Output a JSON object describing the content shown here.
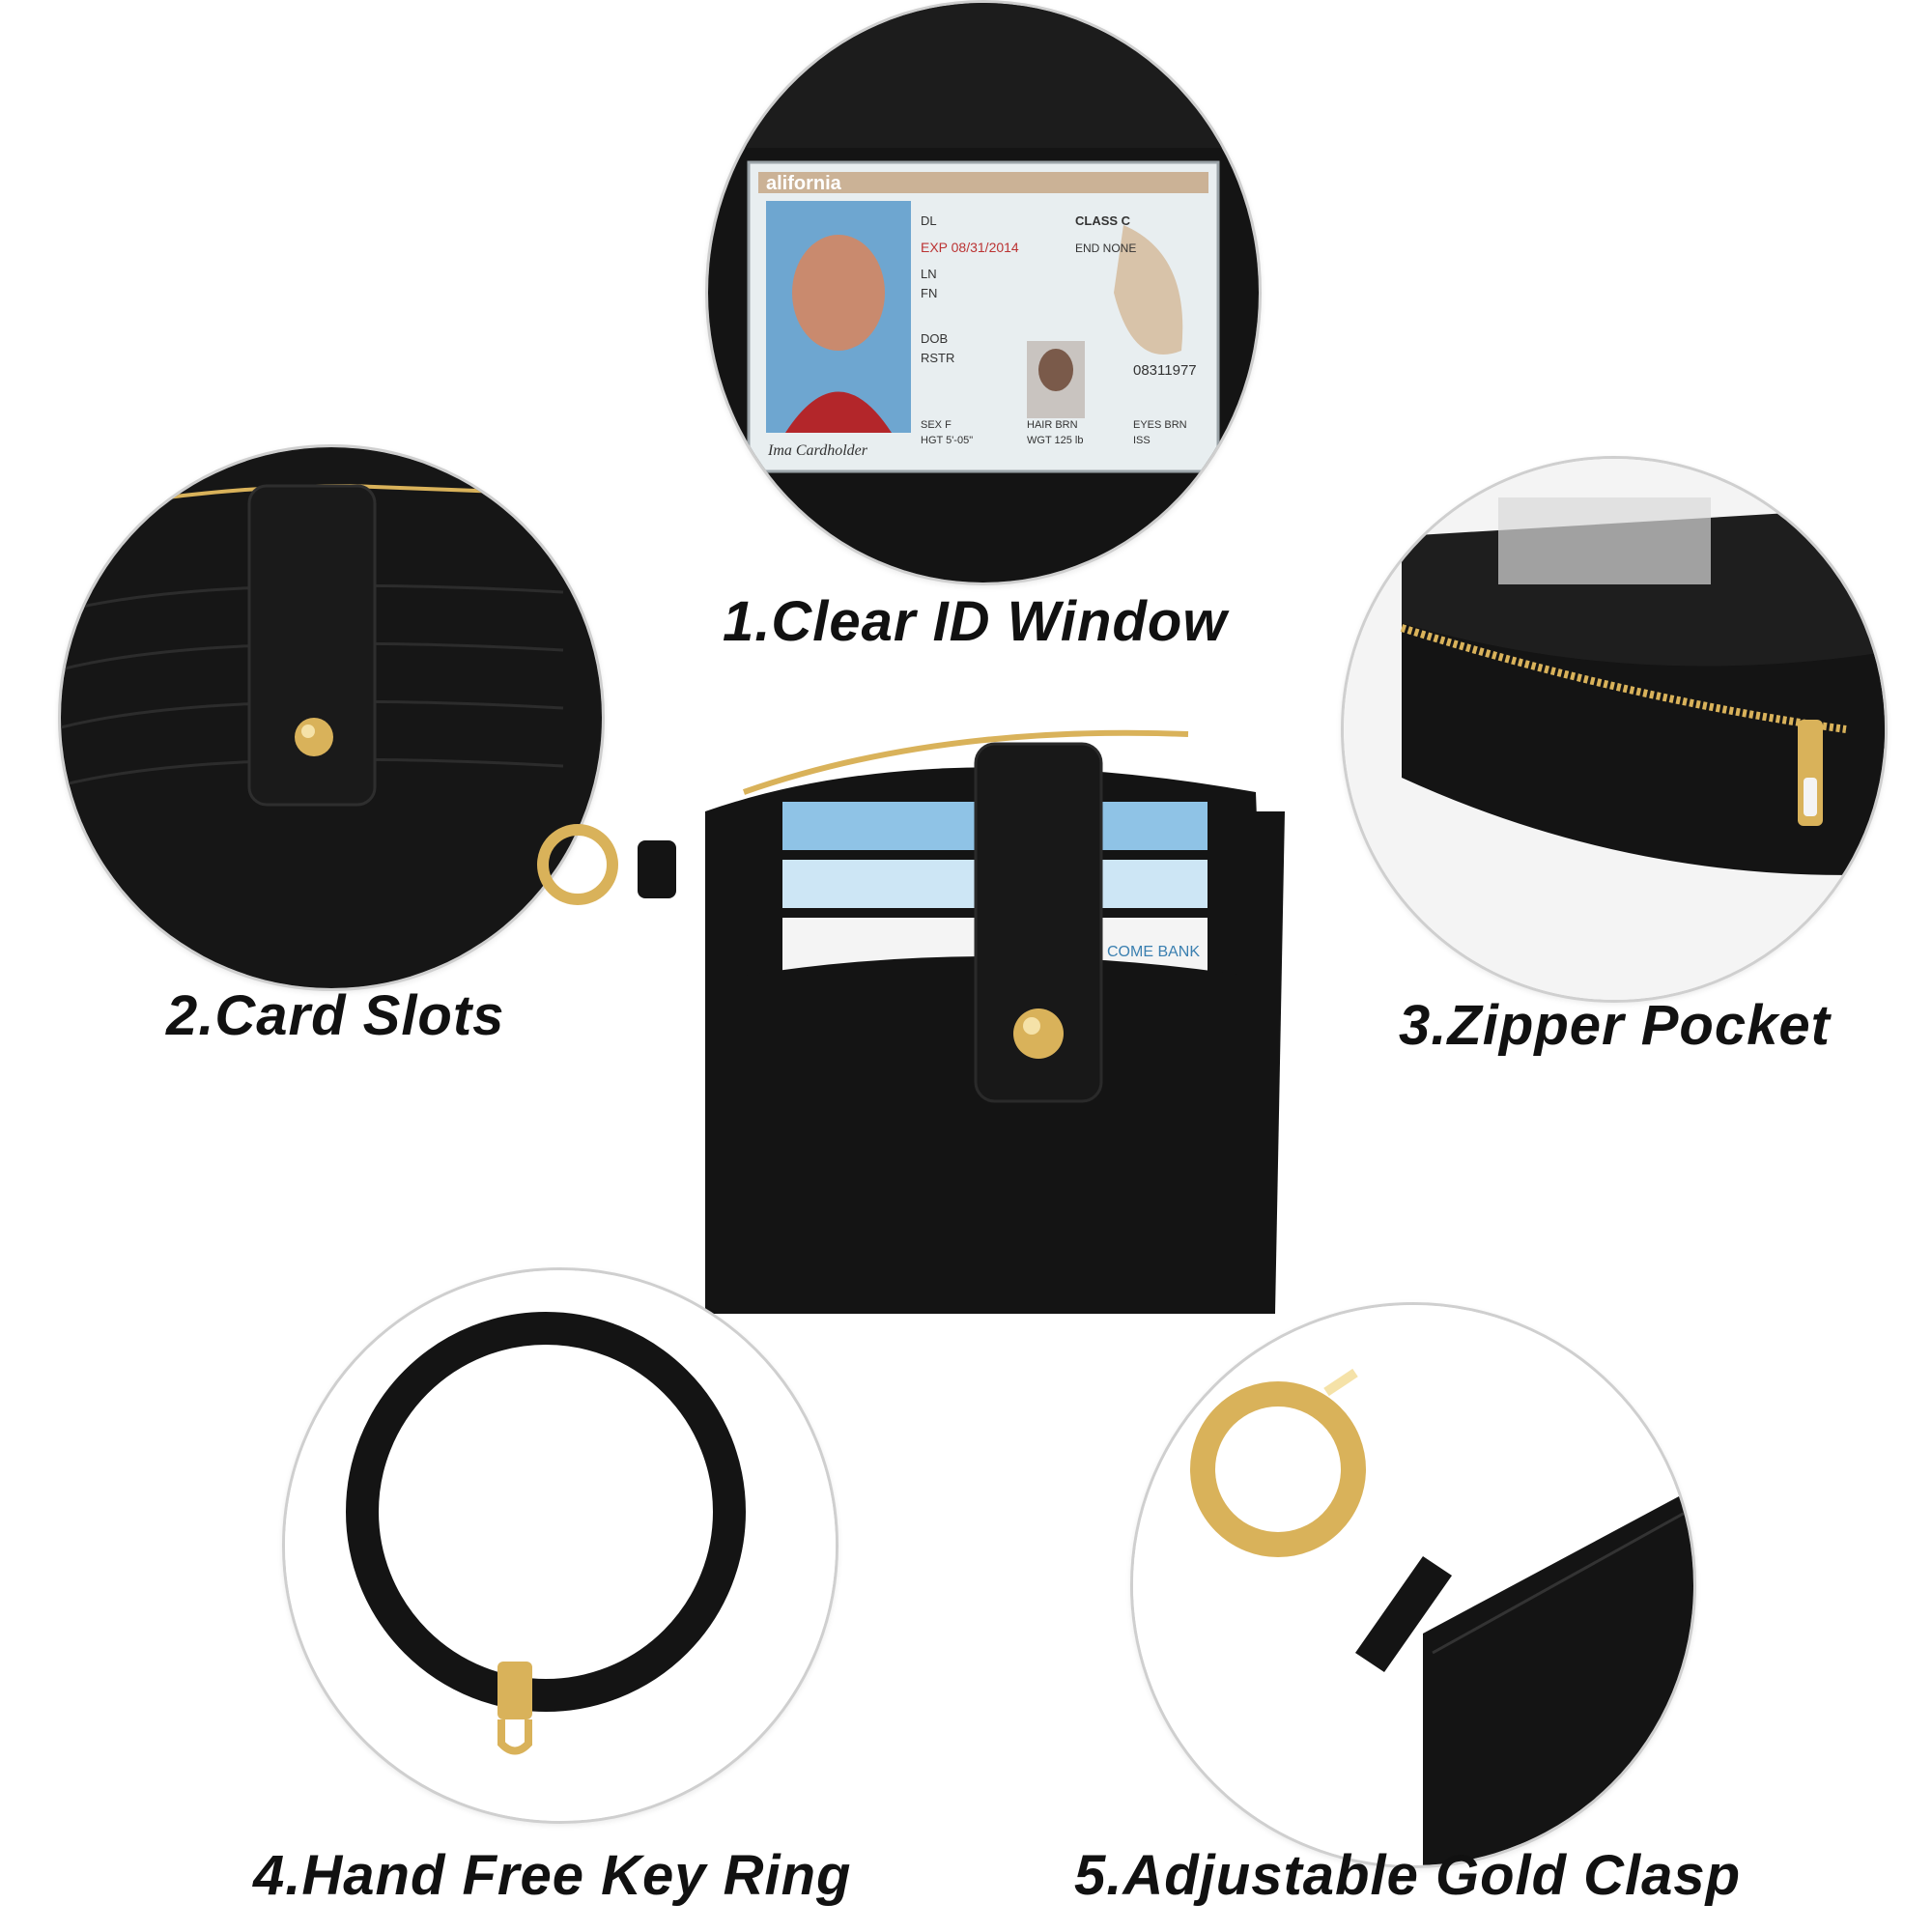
{
  "features": [
    {
      "label": "1.Clear ID Window",
      "icon": "id-card-window"
    },
    {
      "label": "2.Card Slots",
      "icon": "card-slots"
    },
    {
      "label": "3.Zipper Pocket",
      "icon": "zipper-pocket"
    },
    {
      "label": "4.Hand Free Key Ring",
      "icon": "key-ring"
    },
    {
      "label": "5.Adjustable Gold Clasp",
      "icon": "gold-clasp"
    }
  ],
  "id_card": {
    "state": "alifornia",
    "dl": "DL",
    "exp": "EXP 08/31/2014",
    "ln": "LN",
    "fn": "FN",
    "class": "CLASS C",
    "end": "END NONE",
    "dob": "DOB",
    "rstr": "RSTR",
    "sex": "SEX F",
    "hair": "HAIR BRN",
    "eyes": "EYES BRN",
    "hgt": "HGT 5'-05\"",
    "wgt": "WGT 125 lb",
    "number": "08311977",
    "signature": "Ima Cardholder",
    "iss": "ISS"
  },
  "bank_card": {
    "text": "COME BANK"
  },
  "colors": {
    "leather": "#141414",
    "gold": "#d9b25a",
    "card_blue": "#8fc3e6",
    "background": "#ffffff"
  }
}
